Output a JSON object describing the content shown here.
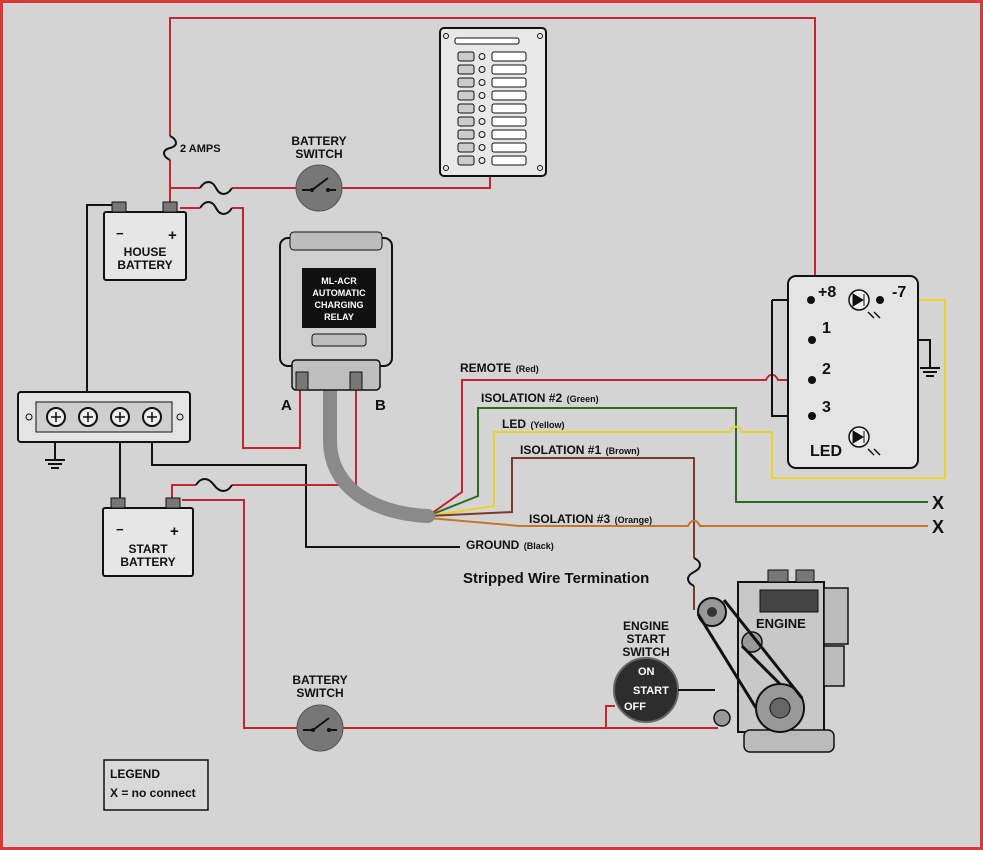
{
  "colors": {
    "red": "#c0262d",
    "green": "#2e6b22",
    "yellow": "#e8d22b",
    "brown": "#7a3a2e",
    "orange": "#c9742c",
    "black": "#111111",
    "background": "#d4d4d4",
    "border": "#d9373b"
  },
  "labels": {
    "two_amps": "2 AMPS",
    "battery_switch_top_1": "BATTERY",
    "battery_switch_top_2": "SWITCH",
    "house_battery_1": "HOUSE",
    "house_battery_2": "BATTERY",
    "start_battery_1": "START",
    "start_battery_2": "BATTERY",
    "relay_lines": [
      "ML-ACR",
      "AUTOMATIC",
      "CHARGING",
      "RELAY"
    ],
    "terminal_a": "A",
    "terminal_b": "B",
    "plus_8": "+8",
    "minus_7": "-7",
    "term_1": "1",
    "term_2": "2",
    "term_3": "3",
    "led": "LED",
    "remote_main": "REMOTE",
    "remote_color": "(Red)",
    "iso2_main": "ISOLATION #2",
    "iso2_color": "(Green)",
    "led_main": "LED",
    "led_color": "(Yellow)",
    "iso1_main": "ISOLATION #1",
    "iso1_color": "(Brown)",
    "iso3_main": "ISOLATION #3",
    "iso3_color": "(Orange)",
    "ground_main": "GROUND",
    "ground_color": "(Black)",
    "stripped": "Stripped Wire Termination",
    "x_mark": "X",
    "engine_start_1": "ENGINE",
    "engine_start_2": "START",
    "engine_start_3": "SWITCH",
    "on": "ON",
    "start": "START",
    "off": "OFF",
    "engine": "ENGINE",
    "battery_switch_bottom_1": "BATTERY",
    "battery_switch_bottom_2": "SWITCH",
    "legend_title": "LEGEND",
    "legend_x": "X = no connect",
    "plus": "+",
    "minus": "−"
  }
}
